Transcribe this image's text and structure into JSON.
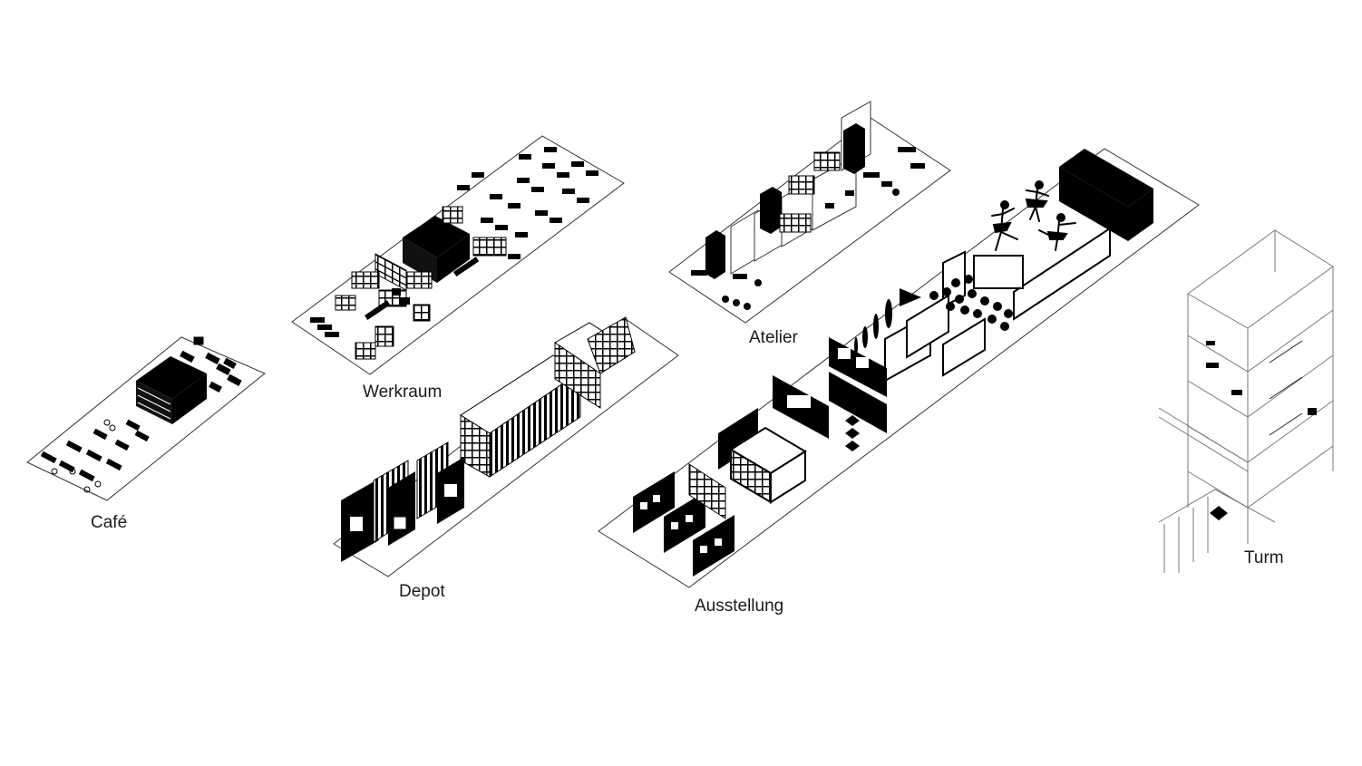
{
  "diagram": {
    "zones": [
      {
        "id": "cafe",
        "label": "Café"
      },
      {
        "id": "werkraum",
        "label": "Werkraum"
      },
      {
        "id": "depot",
        "label": "Depot"
      },
      {
        "id": "atelier",
        "label": "Atelier"
      },
      {
        "id": "ausstellung",
        "label": "Ausstellung"
      },
      {
        "id": "turm",
        "label": "Turm"
      }
    ],
    "colors": {
      "ink": "#000000",
      "line": "#1a1a1a",
      "paper": "#ffffff"
    }
  }
}
